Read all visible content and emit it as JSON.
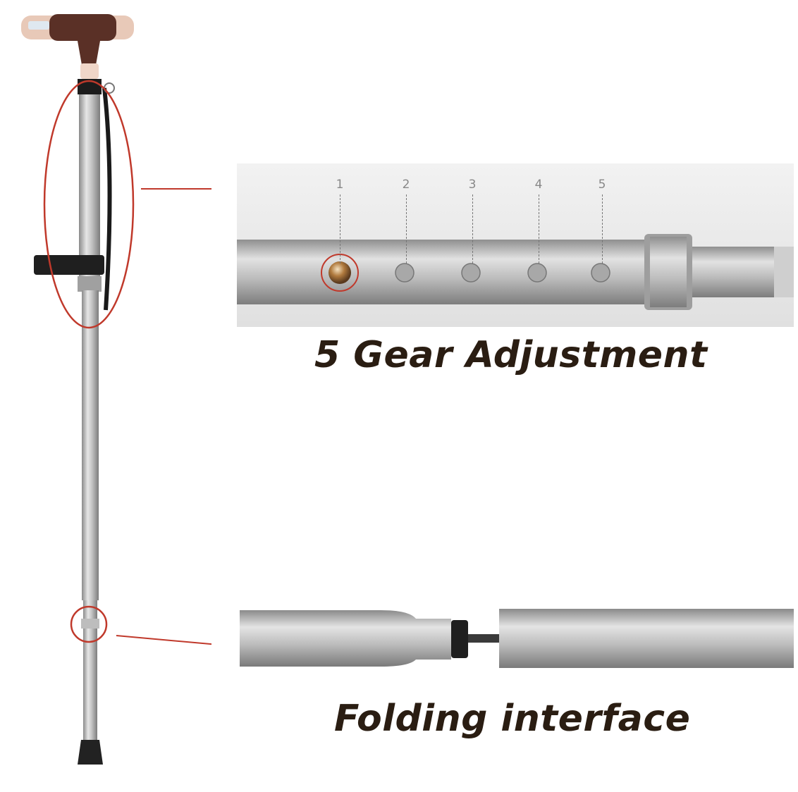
{
  "captions": {
    "gear_adjustment": "5 Gear Adjustment",
    "folding_interface": "Folding interface"
  },
  "gear_positions": [
    "1",
    "2",
    "3",
    "4",
    "5"
  ],
  "colors": {
    "highlight": "#c0392b",
    "caption": "#2a1d12",
    "metal": "#b8b8b8",
    "grip": "#5a3026"
  }
}
